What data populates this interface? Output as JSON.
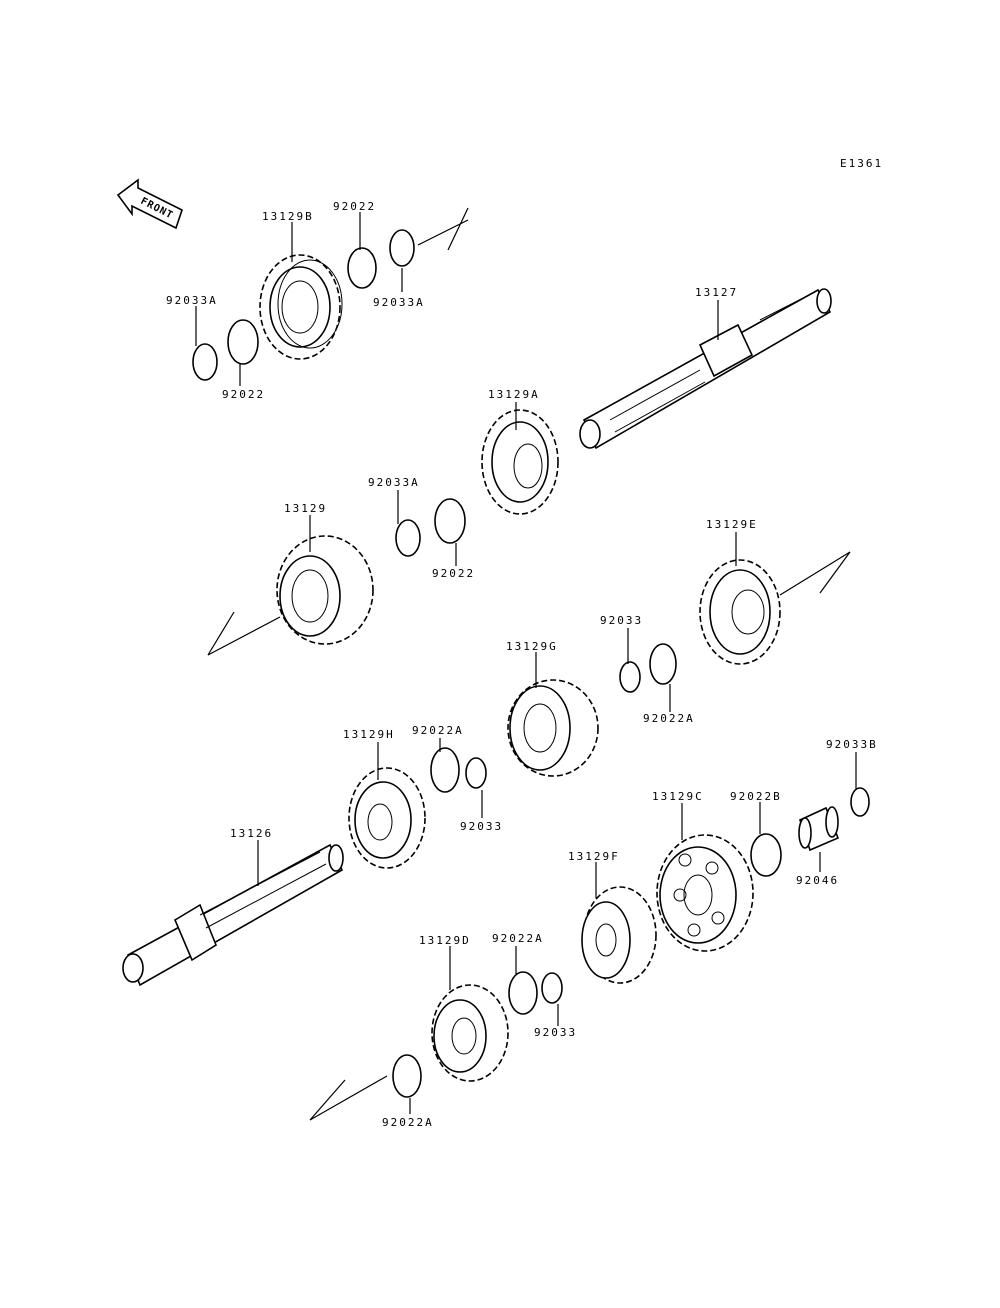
{
  "diagram_code": "E1361",
  "front_label": "FRONT",
  "parts": {
    "p13129B": "13129B",
    "p92022_top": "92022",
    "p92033A_top": "92033A",
    "p92033A_left": "92033A",
    "p92022_left": "92022",
    "p13127": "13127",
    "p13129A": "13129A",
    "p92033A_mid": "92033A",
    "p13129": "13129",
    "p92022_mid": "92022",
    "p13129E": "13129E",
    "p92033_right": "92033",
    "p13129G": "13129G",
    "p92022A_right": "92022A",
    "p13129H": "13129H",
    "p92022A_mid": "92022A",
    "p92033_mid": "92033",
    "p92033B": "92033B",
    "p13129C": "13129C",
    "p92022B": "92022B",
    "p13126": "13126",
    "p13129F": "13129F",
    "p92046": "92046",
    "p13129D": "13129D",
    "p92022A_low": "92022A",
    "p92033_low": "92033",
    "p92022A_bottom": "92022A"
  }
}
